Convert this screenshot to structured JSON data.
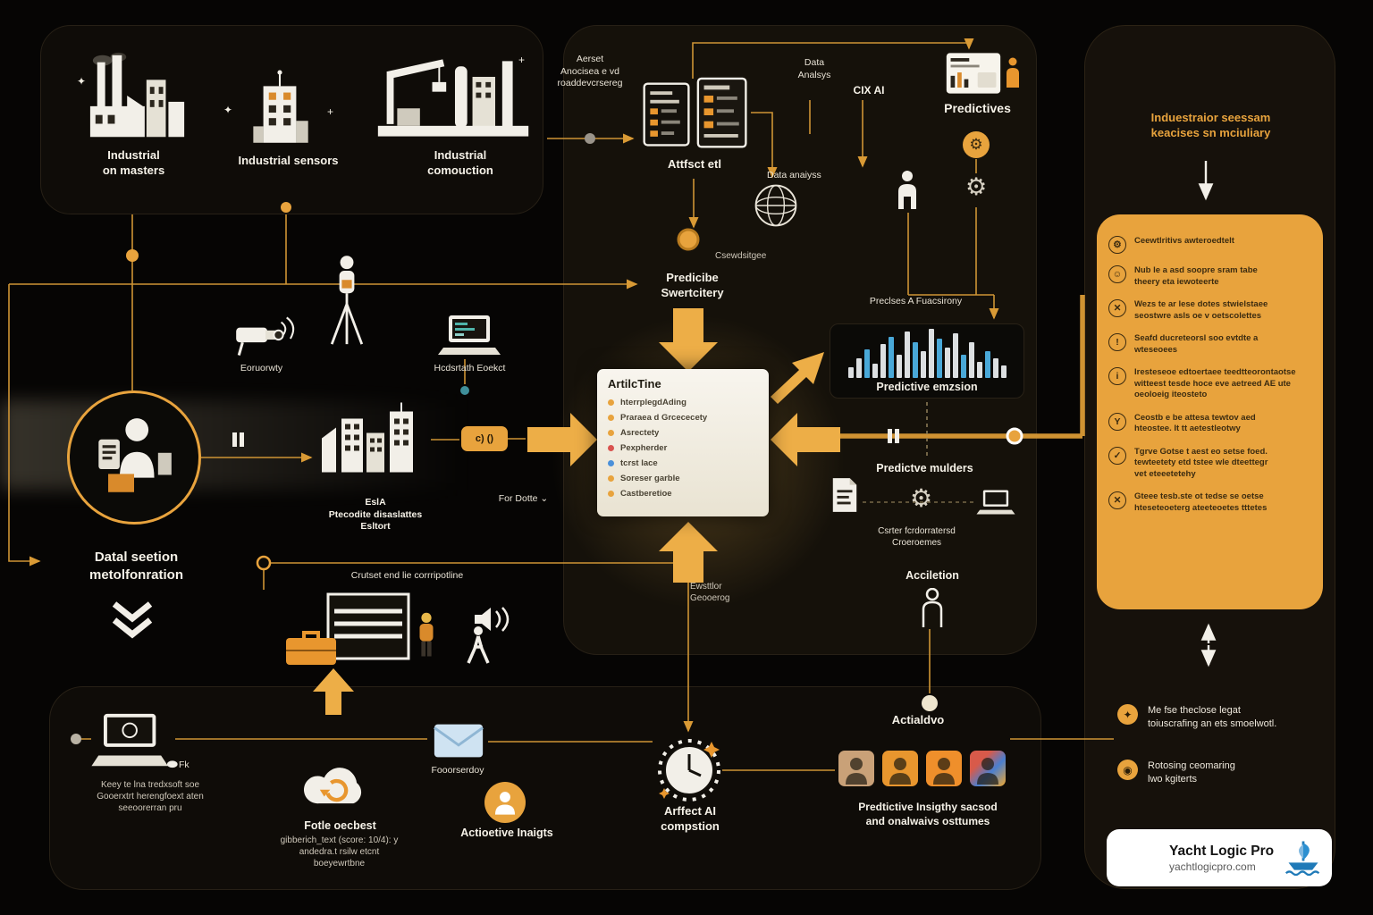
{
  "colors": {
    "amber": "#E8A33D",
    "background": "#060504",
    "card_bg": "#f5f1e6",
    "blue_bar": "#49a8d8",
    "white_bar": "#dcdfe1",
    "logo_blue": "#1f7ab8"
  },
  "glyphs": {
    "gear": "⚙",
    "sparkle": "✦",
    "plus": "+"
  },
  "top_left_panel": {
    "items": [
      {
        "label": "Industrial\non masters"
      },
      {
        "label": "Industrial sensors"
      },
      {
        "label": "Industrial\ncomouction"
      }
    ]
  },
  "top_flow": {
    "note": "Aerset\nAnocisea e vd\nroaddevcrsereg",
    "artifact_label": "Attfsct etl",
    "data_analsys": "Data\nAnalsys",
    "cix_ai": "CIX AI",
    "data_anaiyss": "Data anaiyss",
    "predictives": "Predictives"
  },
  "center": {
    "predicibe": "Predicibe\nSwertcitery",
    "csewdsitgee": "Csewdsitgee",
    "preclses": "Preclses A Fuacsirony",
    "card": {
      "title": "ArtilcTine",
      "items": [
        {
          "color": "#E8A33D",
          "text": "hterrplegdAding"
        },
        {
          "color": "#E8A33D",
          "text": "Praraea d Grcececety"
        },
        {
          "color": "#E8A33D",
          "text": "Asrectety"
        },
        {
          "color": "#D9534F",
          "text": "Pexpherder"
        },
        {
          "color": "#4A90D9",
          "text": "tcrst lace"
        },
        {
          "color": "#E8A33D",
          "text": "Soreser garble"
        },
        {
          "color": "#E8A33D",
          "text": "Castberetioe"
        }
      ]
    },
    "chart": {
      "label": "Predictive emzsion",
      "bars": [
        {
          "h": 12,
          "c": "#dcdfe1"
        },
        {
          "h": 22,
          "c": "#dcdfe1"
        },
        {
          "h": 32,
          "c": "#49a8d8"
        },
        {
          "h": 16,
          "c": "#dcdfe1"
        },
        {
          "h": 38,
          "c": "#dcdfe1"
        },
        {
          "h": 46,
          "c": "#49a8d8"
        },
        {
          "h": 26,
          "c": "#dcdfe1"
        },
        {
          "h": 52,
          "c": "#dcdfe1"
        },
        {
          "h": 40,
          "c": "#49a8d8"
        },
        {
          "h": 30,
          "c": "#dcdfe1"
        },
        {
          "h": 55,
          "c": "#dcdfe1"
        },
        {
          "h": 44,
          "c": "#49a8d8"
        },
        {
          "h": 34,
          "c": "#dcdfe1"
        },
        {
          "h": 50,
          "c": "#dcdfe1"
        },
        {
          "h": 26,
          "c": "#49a8d8"
        },
        {
          "h": 40,
          "c": "#dcdfe1"
        },
        {
          "h": 18,
          "c": "#dcdfe1"
        },
        {
          "h": 30,
          "c": "#49a8d8"
        },
        {
          "h": 22,
          "c": "#dcdfe1"
        },
        {
          "h": 14,
          "c": "#dcdfe1"
        }
      ]
    },
    "mulders": "Predictve mulders",
    "csrter": "Csrter fcrdorratersd\nCroeroemes",
    "acciletion": "Acciletion",
    "ewsttlor": "Ewsttlor\nGeooerog",
    "for_dotte": "For Dotte  ⌄",
    "badge": "c) ()"
  },
  "left_flow": {
    "camera_label": "Eoruorwty",
    "laptop_label": "Hcdsrtath Eoekct",
    "data_collection": "Datal seetion\nmetolfonration",
    "city_label": "EslA\nPtecodite disaslattes\nEsltort",
    "pipeline_label": "Crutset end lie corrripotline"
  },
  "bottom_panel": {
    "fk": "Fk",
    "monitor_text": "Keey te lna tredxsoft soe\nGooerxtrt herengfoext aten\nseeoorerran pru",
    "cloud_title": "Fotle oecbest",
    "cloud_text": "gibberich_text (score: 10/4): y\nandedra.t rsilw etcnt\nboeyewrtbne",
    "envelope_label": "Fooorserdoy",
    "insights_label": "Actioetive Inaigts",
    "clock_label": "Arffect AI\ncompstion",
    "avatars_label": "Predtictive Insigthy sacsod\nand onalwaivs osttumes",
    "actialdvo": "Actialdvo",
    "avatars": [
      {
        "color": "#c9a178"
      },
      {
        "color": "#e8962e"
      },
      {
        "color": "#ef8f2b"
      },
      {
        "color": "linear-gradient(135deg,#d85a4a 30%,#4a7fd0 60%,#f0a830)"
      }
    ]
  },
  "right_panel": {
    "header": "Induestraior seessam\nkeacises sn mciuliary",
    "bullets": [
      {
        "glyph": "⚙",
        "text": "Ceewtlritivs awteroedtelt"
      },
      {
        "glyph": "☺",
        "text": "Nub le a asd soopre sram tabe\ntheery eta iewoteerte"
      },
      {
        "glyph": "✕",
        "text": "Wezs te ar lese dotes stwielstaee\nseostwre asls oe v oetscolettes"
      },
      {
        "glyph": "!",
        "text": "Seafd ducreteorsl soo evtdte a\nwteseoees"
      },
      {
        "glyph": "i",
        "text": "Iresteseoe edtoertaee teedtteorontaotse\nwitteest tesde hoce eve aetreed AE ute\noeoloeig iteosteto"
      },
      {
        "glyph": "Y",
        "text": "Ceostb e be attesa tewtov aed\nhteostee. It tt aetestleotwy"
      },
      {
        "glyph": "✓",
        "text": "Tgrve Gotse t aest eo setse foed.\ntewteetety etd tstee wle dteettegr\nvet eteeetetehy"
      },
      {
        "glyph": "✕",
        "text": "Gteee tesb.ste ot tedse se oetse\nhteseteoeterg ateeteoetes tttetes"
      }
    ],
    "lower_bullets": [
      {
        "glyph": "✦",
        "text": "Me fse theclose legat\ntoiuscrafing an ets smoelwotl."
      },
      {
        "glyph": "◉",
        "text": "Rotosing ceomaring\nlwo kgiterts"
      }
    ]
  },
  "footer_card": {
    "title": "Yacht Logic Pro",
    "url": "yachtlogicpro.com"
  }
}
